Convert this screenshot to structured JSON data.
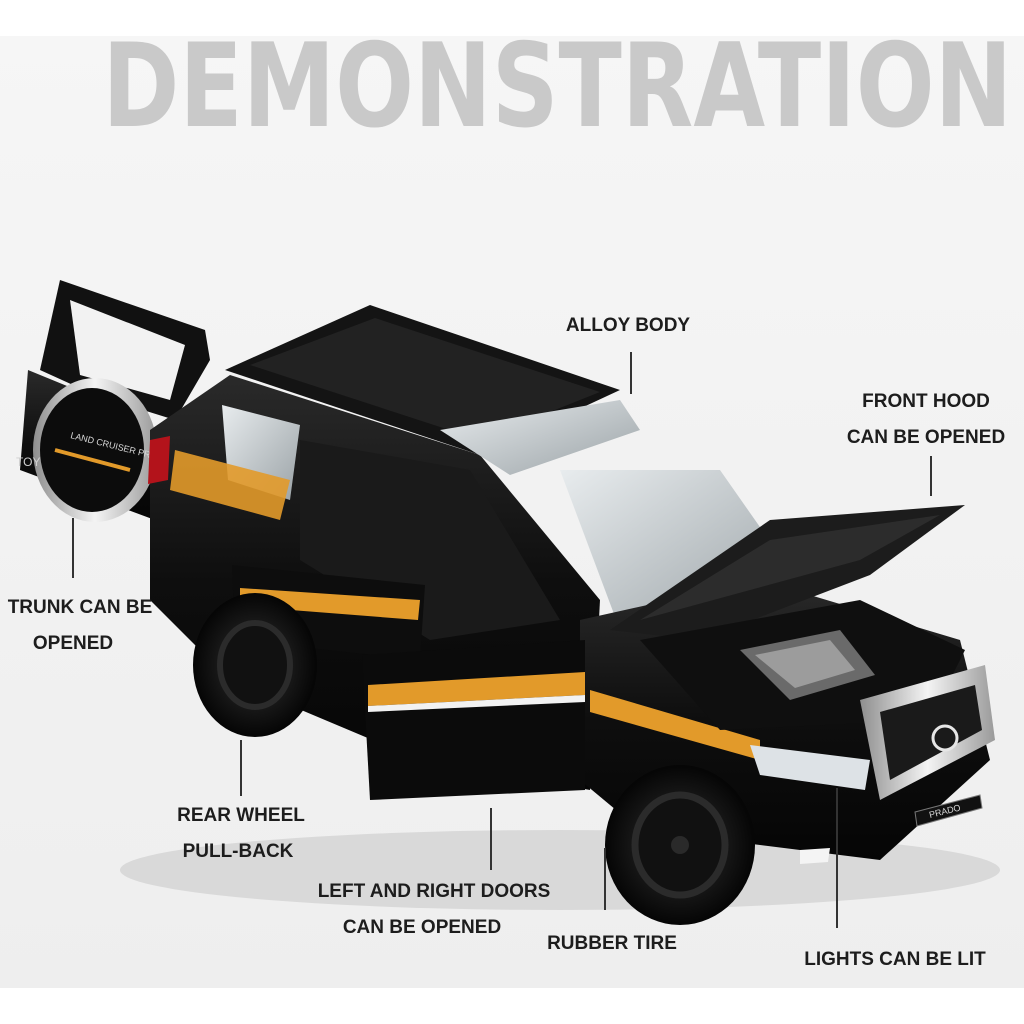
{
  "headline": "DEMONSTRATION",
  "labels": {
    "alloy_body": "ALLOY BODY",
    "front_hood_1": "FRONT HOOD",
    "front_hood_2": "CAN BE OPENED",
    "trunk_1": "TRUNK CAN BE",
    "trunk_2": "OPENED",
    "rear_wheel_1": "REAR WHEEL",
    "rear_wheel_2": "PULL-BACK",
    "doors_1": "LEFT AND RIGHT DOORS",
    "doors_2": "CAN BE OPENED",
    "rubber_tire": "RUBBER TIRE",
    "lights": "LIGHTS CAN BE LIT"
  },
  "car_markings": {
    "spare_tire_logo": "LAND CRUISER PRADO",
    "side_badge": "TOY",
    "plate": "PRADO"
  },
  "colors": {
    "headline": "#c9c9c9",
    "body": "#0d0d0d",
    "stripe": "#e29a2a"
  }
}
